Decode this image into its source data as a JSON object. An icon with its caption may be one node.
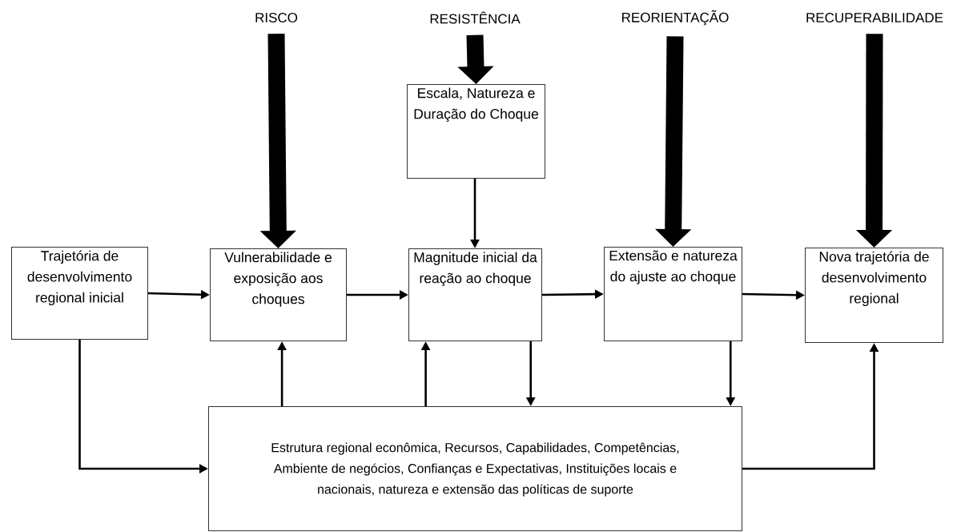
{
  "diagram": {
    "nodes": [
      {
        "text": [
          "RISCO"
        ]
      },
      {
        "text": [
          "RESISTÊNCIA"
        ]
      },
      {
        "text": [
          "REORIENTAÇÃO"
        ]
      },
      {
        "text": [
          "RECUPERABILIDADE"
        ]
      },
      {
        "text": [
          "Escala, Natureza e Duração do Choque"
        ]
      },
      {
        "text": [
          "Trajetória de desenvolvimento regional inicial"
        ]
      },
      {
        "text": [
          "Vulnerabilidade e exposição aos choques"
        ]
      },
      {
        "text": [
          "Magnitude inicial da reação ao choque"
        ]
      },
      {
        "text": [
          "Extensão e natureza do ajuste ao choque"
        ]
      },
      {
        "text": [
          "Nova trajetória de desenvolvimento regional"
        ]
      },
      {
        "text": [
          "Estrutura regional econômica, Recursos, Capabilidades, Competências, Ambiente de negócios, Confianças e Expectativas, Instituições locais e nacionais, natureza e extensão das políticas de suporte"
        ]
      }
    ],
    "edges": [
      {
        "from": 0,
        "to": 6,
        "arrow": "to",
        "style": "thick"
      },
      {
        "from": 1,
        "to": 4,
        "arrow": "to",
        "style": "thick"
      },
      {
        "from": 2,
        "to": 8,
        "arrow": "to",
        "style": "thick"
      },
      {
        "from": 3,
        "to": 9,
        "arrow": "to",
        "style": "thick"
      },
      {
        "from": 4,
        "to": 7,
        "arrow": "to"
      },
      {
        "from": 5,
        "to": 6,
        "arrow": "to"
      },
      {
        "from": 6,
        "to": 7,
        "arrow": "to"
      },
      {
        "from": 7,
        "to": 8,
        "arrow": "to"
      },
      {
        "from": 8,
        "to": 9,
        "arrow": "to"
      },
      {
        "from": 5,
        "to": 10,
        "arrow": "to"
      },
      {
        "from": 10,
        "to": 6,
        "arrow": "to"
      },
      {
        "from": 10,
        "to": 7,
        "arrow": "to"
      },
      {
        "from": 7,
        "to": 10,
        "arrow": "to"
      },
      {
        "from": 8,
        "to": 10,
        "arrow": "to"
      },
      {
        "from": 10,
        "to": 9,
        "arrow": "to"
      }
    ]
  }
}
